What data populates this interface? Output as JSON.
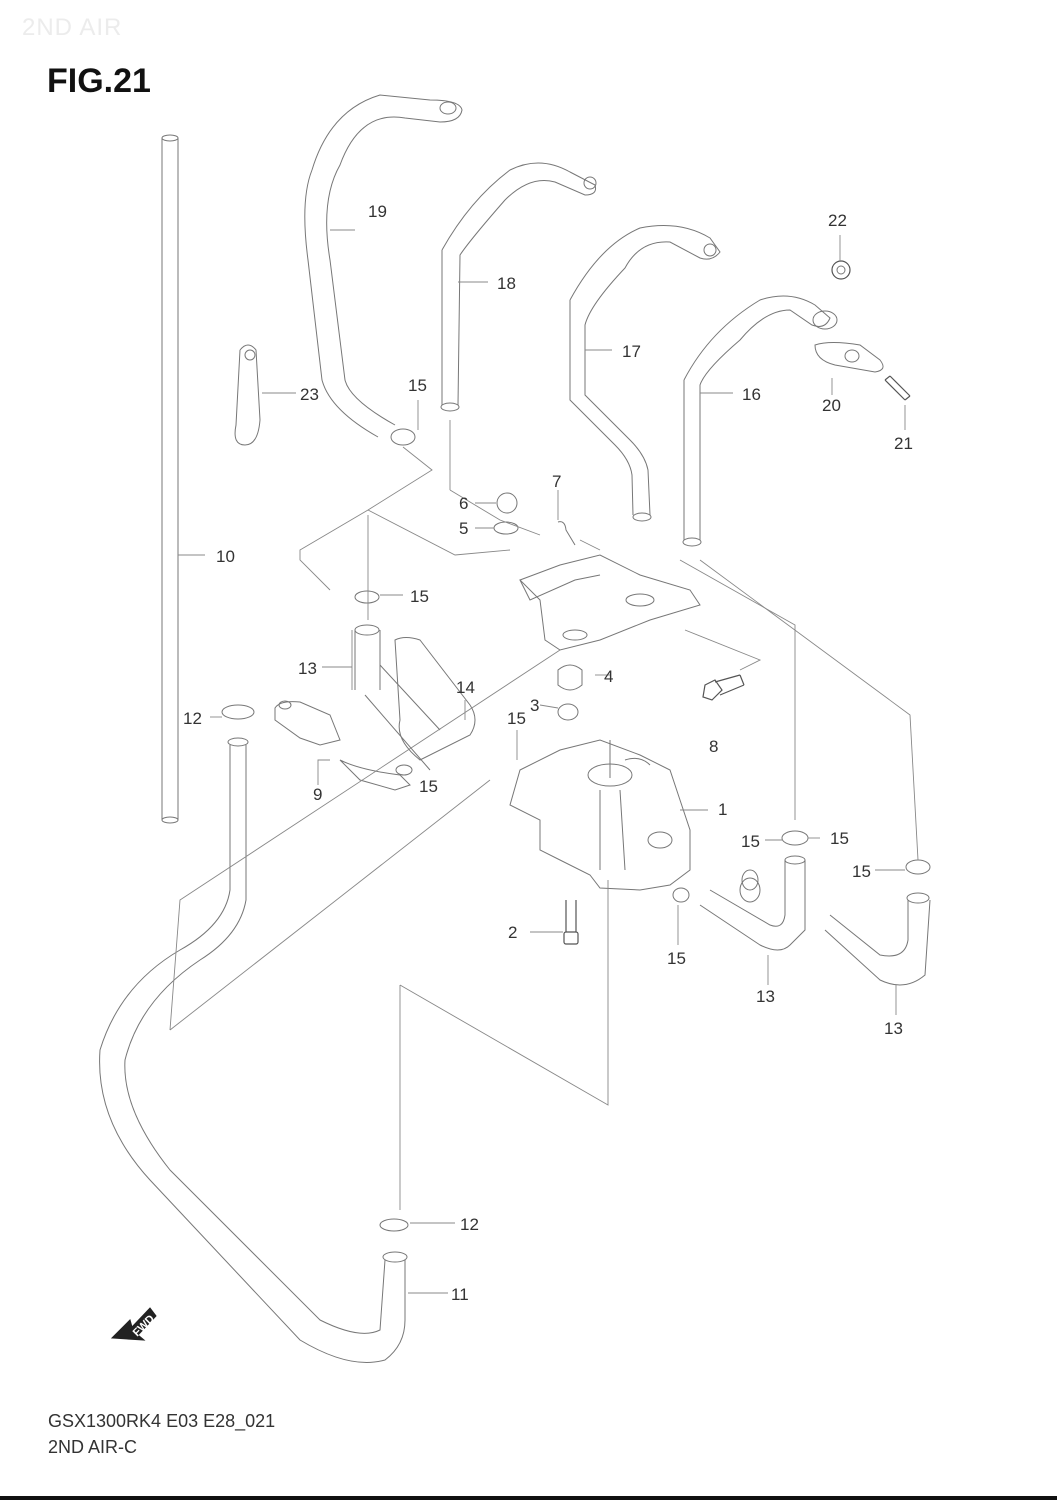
{
  "header": {
    "watermark": "2ND AIR",
    "figure_title": "FIG.21"
  },
  "footer": {
    "model_code": "GSX1300RK4 E03 E28_021",
    "section_name": "2ND AIR-C"
  },
  "direction_marker": {
    "label": "FWD"
  },
  "callouts": [
    {
      "part": "1"
    },
    {
      "part": "2"
    },
    {
      "part": "3"
    },
    {
      "part": "4"
    },
    {
      "part": "5"
    },
    {
      "part": "6"
    },
    {
      "part": "7"
    },
    {
      "part": "8"
    },
    {
      "part": "9"
    },
    {
      "part": "10"
    },
    {
      "part": "11"
    },
    {
      "part": "12"
    },
    {
      "part": "12"
    },
    {
      "part": "13"
    },
    {
      "part": "13"
    },
    {
      "part": "13"
    },
    {
      "part": "14"
    },
    {
      "part": "15"
    },
    {
      "part": "15"
    },
    {
      "part": "15"
    },
    {
      "part": "15"
    },
    {
      "part": "15"
    },
    {
      "part": "15"
    },
    {
      "part": "15"
    },
    {
      "part": "15"
    },
    {
      "part": "16"
    },
    {
      "part": "17"
    },
    {
      "part": "18"
    },
    {
      "part": "19"
    },
    {
      "part": "20"
    },
    {
      "part": "21"
    },
    {
      "part": "22"
    },
    {
      "part": "23"
    }
  ],
  "colors": {
    "background": "#ffffff",
    "line_art": "#777777",
    "text": "#111111"
  }
}
